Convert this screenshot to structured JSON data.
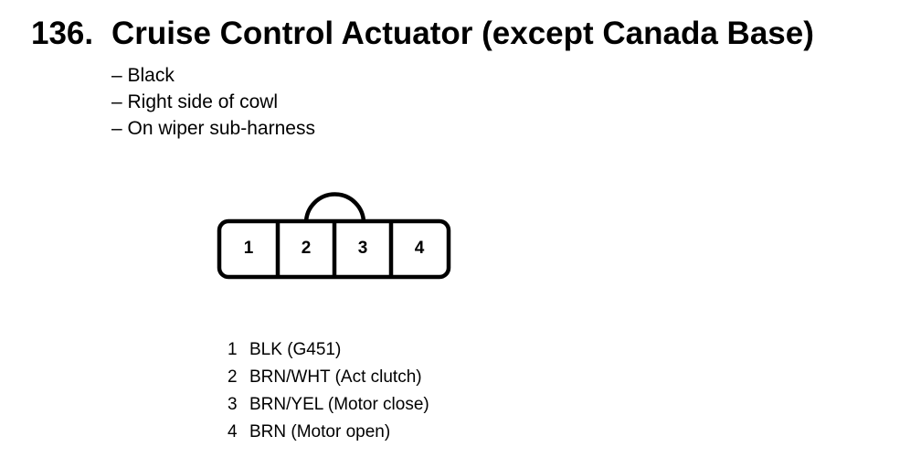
{
  "title": {
    "number": "136.",
    "text": "Cruise Control Actuator (except Canada Base)"
  },
  "notes": [
    "– Black",
    "– Right side of cowl",
    "– On wiper sub-harness"
  ],
  "connector": {
    "cavities": [
      "1",
      "2",
      "3",
      "4"
    ],
    "stroke_color": "#000000"
  },
  "pinout": [
    {
      "pin": "1",
      "desc": "BLK (G451)"
    },
    {
      "pin": "2",
      "desc": "BRN/WHT (Act clutch)"
    },
    {
      "pin": "3",
      "desc": "BRN/YEL (Motor close)"
    },
    {
      "pin": "4",
      "desc": "BRN (Motor open)"
    }
  ]
}
